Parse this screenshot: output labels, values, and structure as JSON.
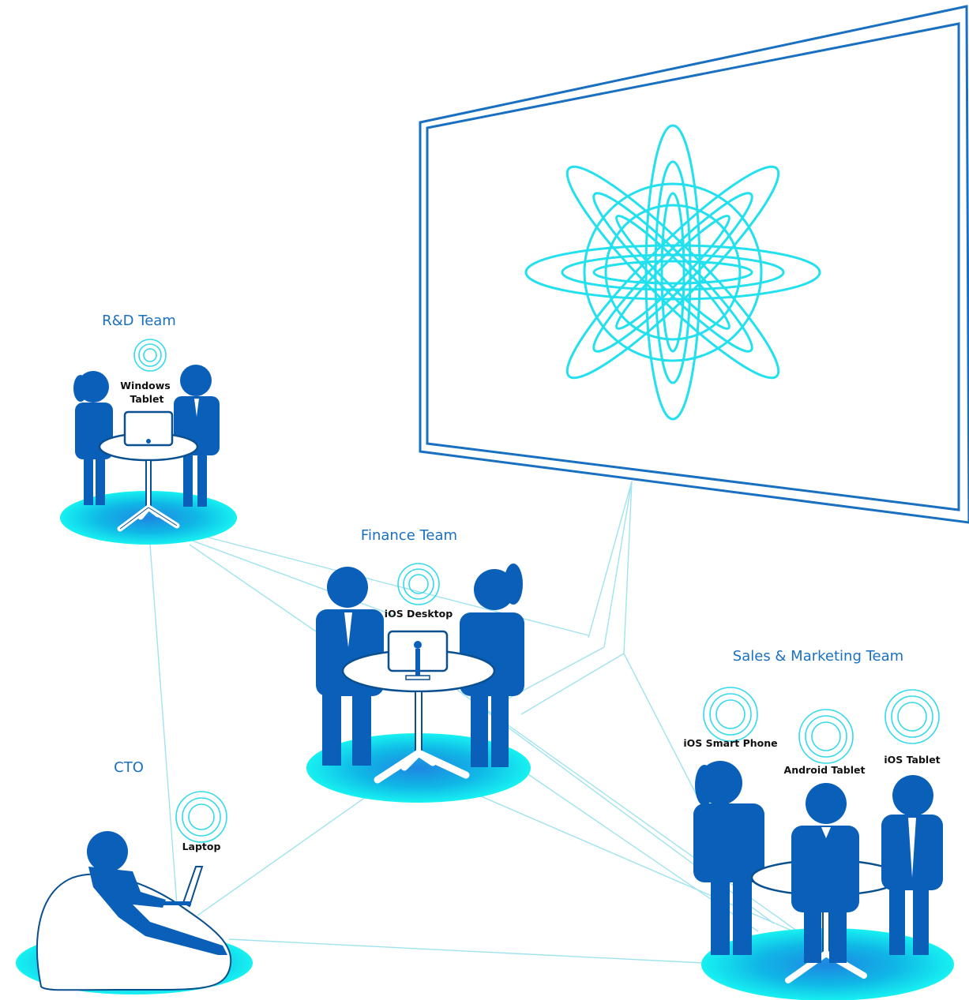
{
  "teams": {
    "rnd": {
      "title": "R&D Team",
      "device": [
        "Windows",
        "Tablet"
      ]
    },
    "finance": {
      "title": "Finance Team",
      "device": "iOS Desktop"
    },
    "cto": {
      "title": "CTO",
      "device": "Laptop"
    },
    "sales": {
      "title": "Sales & Marketing Team",
      "devices": {
        "phone": "iOS Smart Phone",
        "android": "Android Tablet",
        "tablet": "iOS Tablet"
      }
    }
  },
  "colors": {
    "person": "#0a60b8",
    "label": "#1a70c0",
    "cyan": "#22e0ee",
    "screen_frame": "#1a70c0",
    "link": "#9fe3ee"
  },
  "icons": [
    "wifi-icon",
    "tablet-icon",
    "desktop-icon",
    "laptop-icon",
    "beanbag-icon",
    "table-icon",
    "display-screen-icon"
  ]
}
